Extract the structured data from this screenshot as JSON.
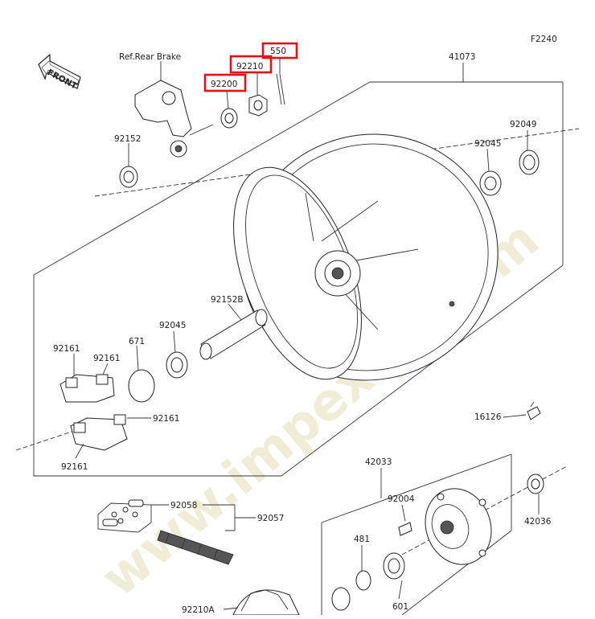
{
  "figure_code": "F2240",
  "front_label": "FRONT",
  "watermark": "www.impex-jp.com",
  "ref_label": "Ref.Rear Brake",
  "parts": {
    "p550": "550",
    "p92210": "92210",
    "p92200": "92200",
    "p41073": "41073",
    "p92152": "92152",
    "p92049": "92049",
    "p92045a": "92045",
    "p92152b": "92152B",
    "p92045b": "92045",
    "p671": "671",
    "p92161a": "92161",
    "p92161b": "92161",
    "p92161c": "92161",
    "p92161d": "92161",
    "p16126": "16126",
    "p42033": "42033",
    "p92004": "92004",
    "p42036": "42036",
    "p92058": "92058",
    "p92057": "92057",
    "p481": "481",
    "p601": "601",
    "p92210a": "92210A"
  },
  "highlighted_parts": [
    "550",
    "92210",
    "92200"
  ],
  "colors": {
    "highlight": "#e0121b",
    "line": "#333333",
    "watermark": "#f1ecd6"
  }
}
